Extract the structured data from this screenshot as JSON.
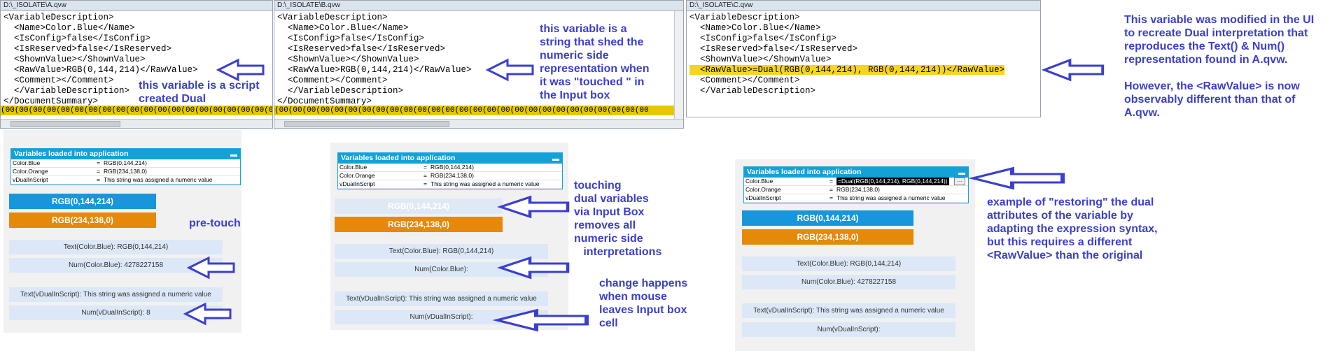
{
  "panels": [
    {
      "title": "D:\\_ISOLATE\\A.qvw",
      "lines": [
        "<VariableDescription>",
        "  <Name>Color.Blue</Name>",
        "  <IsConfig>false</IsConfig>",
        "  <IsReserved>false</IsReserved>",
        "  <ShownValue></ShownValue>",
        "  <RawValue>RGB(0,144,214)</RawValue>",
        "  <Comment></Comment>",
        "  </VariableDescription>",
        "</DocumentSummary>"
      ],
      "ruler": "(00(00(00(00(00(00(00(00(00(00(00(00(00(00(00(00(00(00(00(00(00(00(00"
    },
    {
      "title": "D:\\_ISOLATE\\B.qvw",
      "lines": [
        "<VariableDescription>",
        "  <Name>Color.Blue</Name>",
        "  <IsConfig>false</IsConfig>",
        "  <IsReserved>false</IsReserved>",
        "  <ShownValue></ShownValue>",
        "  <RawValue>RGB(0,144,214)</RawValue>",
        "  <Comment></Comment>",
        "  </VariableDescription>",
        "</DocumentSummary>"
      ],
      "ruler": "(00(00(00(00(00(00(00(00(00(00(00(00(00(00(00(00(00(00(00(00(00(00(00(00(00(00(00"
    },
    {
      "title": "D:\\_ISOLATE\\C.qvw",
      "lines": [
        "<VariableDescription>",
        "  <Name>Color.Blue</Name>",
        "  <IsConfig>false</IsConfig>",
        "  <IsReserved>false</IsReserved>",
        "  <ShownValue></ShownValue>",
        "  <RawValue>=Dual(RGB(0,144,214), RGB(0,144,214))</RawValue>",
        "  <Comment></Comment>",
        "  </VariableDescription>"
      ],
      "ruler": ""
    }
  ],
  "sheets": [
    {
      "var_header": "Variables loaded into application",
      "vars": [
        {
          "name": "Color.Blue",
          "eq": "=",
          "value": "RGB(0,144,214)"
        },
        {
          "name": "Color.Orange",
          "eq": "=",
          "value": "RGB(234,138,0)"
        },
        {
          "name": "vDualInScript",
          "eq": "=",
          "value": "This string was assigned a numeric value"
        }
      ],
      "btn_blue": "RGB(0,144,214)",
      "btn_orange": "RGB(234,138,0)",
      "t1": "Text(Color.Blue): RGB(0,144,214)",
      "t2": "Num(Color.Blue): 4278227158",
      "t3": "Text(vDualInScript): This string was assigned a numeric value",
      "t4": "Num(vDualInScript): 8"
    },
    {
      "var_header": "Variables loaded into application",
      "vars": [
        {
          "name": "Color.Blue",
          "eq": "=",
          "value": "RGB(0,144,214)"
        },
        {
          "name": "Color.Orange",
          "eq": "=",
          "value": "RGB(234,138,0)"
        },
        {
          "name": "vDualInScript",
          "eq": "=",
          "value": "This string was assigned a numeric value"
        }
      ],
      "btn_blue": "RGB(0,144,214)",
      "btn_orange": "RGB(234,138,0)",
      "t1": "Text(Color.Blue): RGB(0,144,214)",
      "t2": "Num(Color.Blue):",
      "t3": "Text(vDualInScript): This string was assigned a numeric value",
      "t4": "Num(vDualInScript):"
    },
    {
      "var_header": "Variables loaded into application",
      "vars": [
        {
          "name": "Color.Blue",
          "eq": "=",
          "value": "=Dual(RGB(0,144,214), RGB(0,144,214))"
        },
        {
          "name": "Color.Orange",
          "eq": "=",
          "value": "RGB(234,138,0)"
        },
        {
          "name": "vDualInScript",
          "eq": "=",
          "value": "This string was assigned a numeric value"
        }
      ],
      "btn_blue": "RGB(0,144,214)",
      "btn_orange": "RGB(234,138,0)",
      "t1": "Text(Color.Blue): RGB(0,144,214)",
      "t2": "Num(Color.Blue): 4278227158",
      "t3": "Text(vDualInScript): This string was assigned a numeric value",
      "t4": "Num(vDualInScript):"
    }
  ],
  "notes": {
    "script_dual": "this variable is a script\ncreated Dual",
    "string_shed": "this variable is a\nstring that shed the\nnumeric side\nrepresentation when\nit was \"touched \" in\nthe Input box",
    "modified_ui": "This variable was modified in the UI\nto recreate Dual interpretation that\nreproduces the Text() & Num()\nrepresentation found in A.qvw.\n\nHowever, the <RawValue> is now\nobservably different than that of\nA.qvw.",
    "pre_touch": "pre-touch",
    "touching": "touching\ndual variables\nvia Input Box\nremoves all\nnumeric side\n   interpretations",
    "change_happens": "change happens\nwhen mouse\nleaves Input box\ncell",
    "restoring": "example of \"restoring\" the dual\nattributes of the variable by\nadapting the expression syntax,\nbut this requires a different\n<RawValue> than the original"
  },
  "colors": {
    "annotation": "#3b3fcf",
    "highlight": "#f7d51c",
    "qlik_blue": "#1796dc",
    "qlik_orange": "#e6880a"
  },
  "icons": {
    "arrow": "left-arrow-icon",
    "ellipsis": "ellipsis-button-icon",
    "minimize": "minimize-icon"
  }
}
